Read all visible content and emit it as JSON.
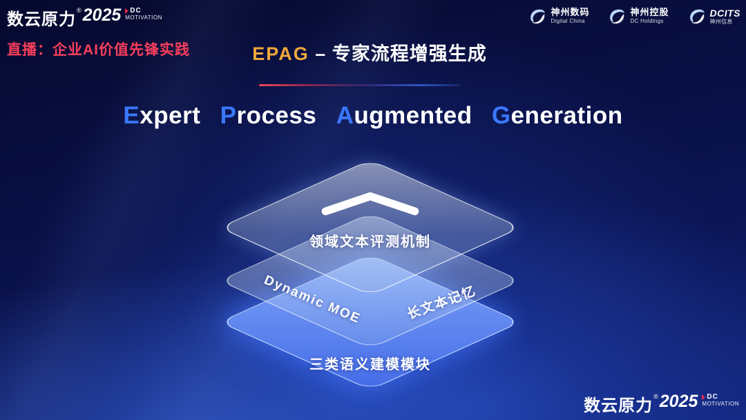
{
  "header": {
    "brand": {
      "name": "数云原力",
      "reg": "®",
      "year": "2025",
      "dc": "DC",
      "motivation": "MOTIVATION"
    },
    "live_label": "直播：企业AI价值先锋实践",
    "title": {
      "highlight": "EPAG",
      "separator": " – ",
      "rest": "专家流程增强生成"
    },
    "partner_logos": [
      {
        "name": "神州数码",
        "sub": "Digital China"
      },
      {
        "name": "神州控股",
        "sub": "DC Holdings"
      },
      {
        "name": "DCITS",
        "sub": "神州信息"
      }
    ]
  },
  "main": {
    "heading": {
      "words": [
        {
          "initial": "E",
          "rest": "xpert"
        },
        {
          "initial": "P",
          "rest": "rocess"
        },
        {
          "initial": "A",
          "rest": "ugmented"
        },
        {
          "initial": "G",
          "rest": "eneration"
        }
      ]
    },
    "stack": {
      "top_label": "领域文本评测机制",
      "middle_left_label": "Dynamic MOE",
      "middle_right_label": "长文本记忆",
      "bottom_label": "三类语义建模模块"
    }
  },
  "footer": {
    "brand": {
      "name": "数云原力",
      "reg": "®",
      "year": "2025",
      "dc": "DC",
      "motivation": "MOTIVATION"
    }
  },
  "colors": {
    "accent_gold": "#efa93a",
    "accent_blue": "#3a78ff",
    "live_red": "#fb3f5c",
    "layer_blue": "#4a7dff"
  }
}
